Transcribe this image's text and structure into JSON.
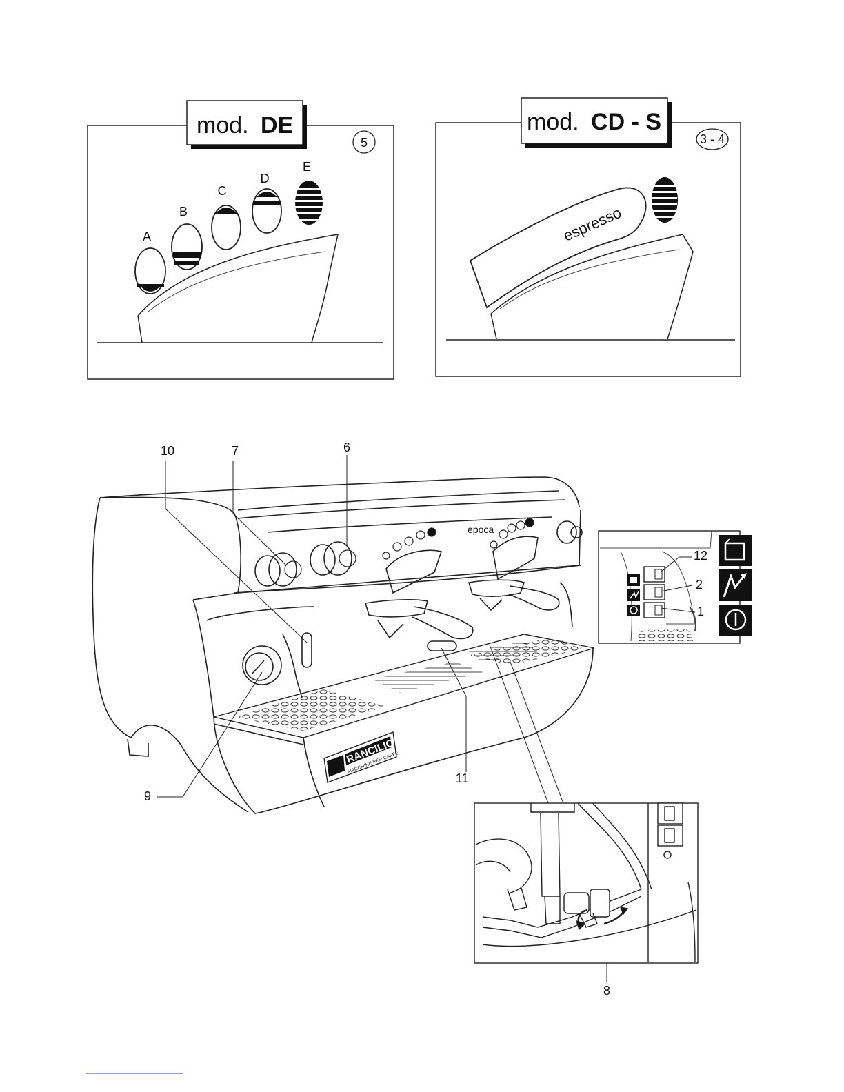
{
  "panel_de": {
    "model_prefix": "mod.",
    "model_name": "DE",
    "ref_number": "5",
    "levels": [
      "A",
      "B",
      "C",
      "D",
      "E"
    ]
  },
  "panel_cds": {
    "model_prefix": "mod.",
    "model_name": "CD - S",
    "ref_number": "3 - 4",
    "button_text": "espresso"
  },
  "machine": {
    "brand_text": "epoca",
    "logo_text": "RANCILIO",
    "logo_sub": "MACCHINE PER CAFFE",
    "callouts": [
      "10",
      "7",
      "6",
      "9",
      "11",
      "8",
      "12",
      "2",
      "1"
    ]
  },
  "colors": {
    "line": "#222222",
    "fill": "#ffffff",
    "dark": "#111111"
  }
}
